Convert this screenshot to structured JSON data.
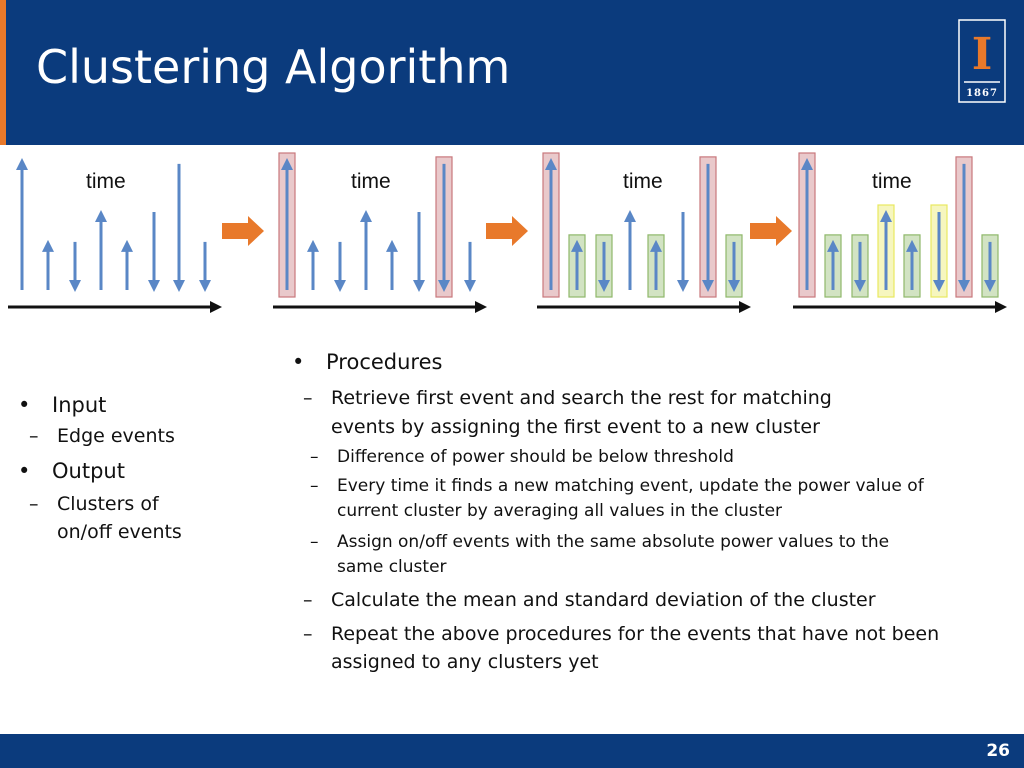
{
  "slide": {
    "title": "Clustering Algorithm",
    "page_number": "26",
    "logo_year": "1867",
    "logo_letter": "I"
  },
  "diagram": {
    "time_label": "time",
    "panels": [
      {
        "arrows": [
          {
            "dir": "up",
            "h": 1.0
          },
          {
            "dir": "up",
            "h": 0.37
          },
          {
            "dir": "down",
            "h": 0.37
          },
          {
            "dir": "up",
            "h": 0.6
          },
          {
            "dir": "up",
            "h": 0.37
          },
          {
            "dir": "down",
            "h": 0.6
          },
          {
            "dir": "down",
            "h": 0.97
          },
          {
            "dir": "down",
            "h": 0.37
          }
        ],
        "highlights": [
          "none",
          "none",
          "none",
          "none",
          "none",
          "none",
          "none",
          "none"
        ]
      },
      {
        "arrows": [
          {
            "dir": "up",
            "h": 1.0
          },
          {
            "dir": "up",
            "h": 0.37
          },
          {
            "dir": "down",
            "h": 0.37
          },
          {
            "dir": "up",
            "h": 0.6
          },
          {
            "dir": "up",
            "h": 0.37
          },
          {
            "dir": "down",
            "h": 0.6
          },
          {
            "dir": "down",
            "h": 0.97
          },
          {
            "dir": "down",
            "h": 0.37
          }
        ],
        "highlights": [
          "red",
          "none",
          "none",
          "none",
          "none",
          "none",
          "red",
          "none"
        ]
      },
      {
        "arrows": [
          {
            "dir": "up",
            "h": 1.0
          },
          {
            "dir": "up",
            "h": 0.37
          },
          {
            "dir": "down",
            "h": 0.37
          },
          {
            "dir": "up",
            "h": 0.6
          },
          {
            "dir": "up",
            "h": 0.37
          },
          {
            "dir": "down",
            "h": 0.6
          },
          {
            "dir": "down",
            "h": 0.97
          },
          {
            "dir": "down",
            "h": 0.37
          }
        ],
        "highlights": [
          "red",
          "green",
          "green",
          "none",
          "green",
          "none",
          "red",
          "green"
        ]
      },
      {
        "arrows": [
          {
            "dir": "up",
            "h": 1.0
          },
          {
            "dir": "up",
            "h": 0.37
          },
          {
            "dir": "down",
            "h": 0.37
          },
          {
            "dir": "up",
            "h": 0.6
          },
          {
            "dir": "up",
            "h": 0.37
          },
          {
            "dir": "down",
            "h": 0.6
          },
          {
            "dir": "down",
            "h": 0.97
          },
          {
            "dir": "down",
            "h": 0.37
          }
        ],
        "highlights": [
          "red",
          "green",
          "green",
          "yellow",
          "green",
          "yellow",
          "red",
          "green"
        ]
      }
    ],
    "colors": {
      "arrow": "#5a87c6",
      "timeline": "#111111",
      "transition": "#e8792b",
      "red": "#c9787c",
      "green": "#8fb86a",
      "yellow": "#e8e860"
    }
  },
  "left_list": [
    {
      "level": 1,
      "text": "Input"
    },
    {
      "level": 2,
      "text": "Edge events"
    },
    {
      "level": 1,
      "text": "Output"
    },
    {
      "level": 2,
      "text": "Clusters of on/off events"
    }
  ],
  "right_list": [
    {
      "level": 1,
      "text": "Procedures"
    },
    {
      "level": 2,
      "text": "Retrieve first event and search the rest for matching events by assigning the first event to a new cluster"
    },
    {
      "level": 3,
      "text": "Difference of power should be below threshold"
    },
    {
      "level": 3,
      "text": "Every time it finds a new matching event, update the power value of current cluster by averaging all values in the cluster"
    },
    {
      "level": 3,
      "text": "Assign on/off events with the same absolute power values to the same cluster"
    },
    {
      "level": 2,
      "text": "Calculate the mean and standard deviation of the cluster"
    },
    {
      "level": 2,
      "text": "Repeat the above procedures for the events that have not been assigned to any clusters yet"
    }
  ],
  "icons": {
    "logo": "university-column-icon",
    "transition": "right-arrow-icon"
  }
}
